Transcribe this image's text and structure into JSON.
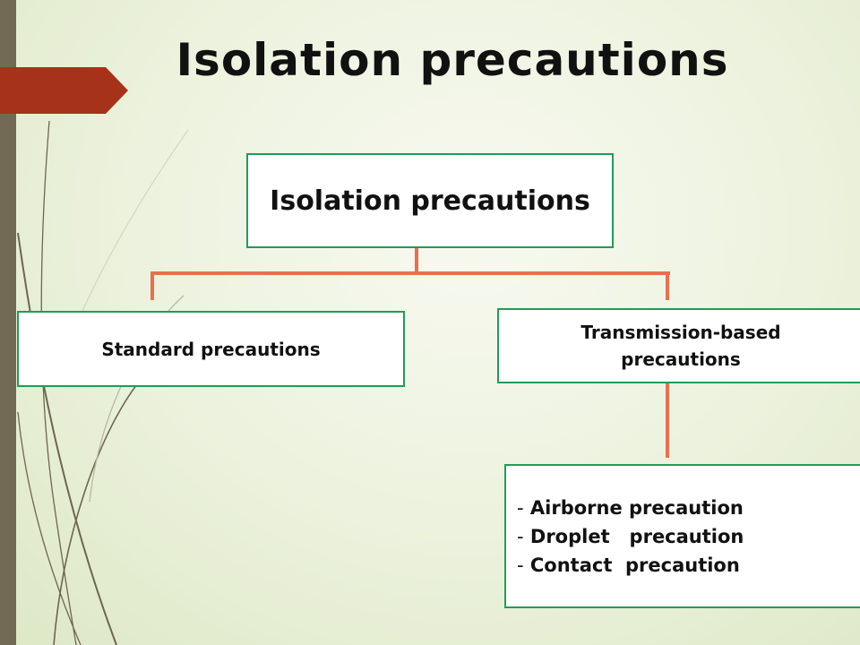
{
  "slide": {
    "title": "Isolation precautions",
    "colors": {
      "accent_arrow": "#a6321a",
      "connector": "#e8704f",
      "box_border": "#1f9d58",
      "side_bar": "#726a55"
    }
  },
  "diagram": {
    "root": "Isolation precautions",
    "children": [
      {
        "label": "Standard precautions"
      },
      {
        "label": "Transmission-based precautions",
        "children": {
          "items": [
            "Airborne precaution",
            "Droplet   precaution",
            "Contact  precaution"
          ]
        }
      }
    ],
    "bullet": "-"
  }
}
